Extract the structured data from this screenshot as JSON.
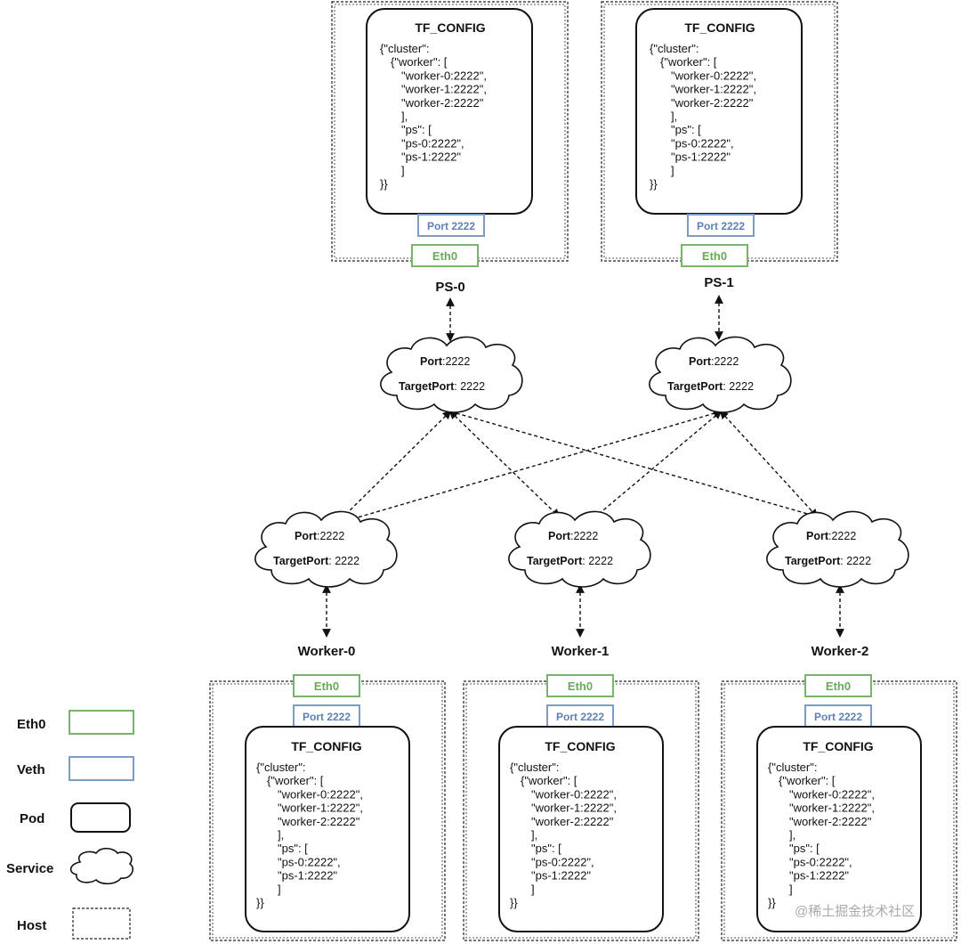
{
  "pods": {
    "title": "TF_CONFIG",
    "config_lines": [
      "{\"cluster\":",
      "{\"worker\": [",
      "\"worker-0:2222\",",
      "\"worker-1:2222\",",
      "\"worker-2:2222\"",
      "],",
      "\"ps\": [",
      "\"ps-0:2222\",",
      "\"ps-1:2222\"",
      "]",
      "}}"
    ],
    "port_label": "Port 2222",
    "eth_label": "Eth0"
  },
  "nodes": {
    "ps0": "PS-0",
    "ps1": "PS-1",
    "worker0": "Worker-0",
    "worker1": "Worker-1",
    "worker2": "Worker-2"
  },
  "service": {
    "port_key": "Port",
    "port_value": ":2222",
    "target_key": "TargetPort",
    "target_value": ": 2222"
  },
  "legend": {
    "eth0": "Eth0",
    "veth": "Veth",
    "pod": "Pod",
    "service": "Service",
    "host": "Host"
  },
  "watermark": "@稀土掘金技术社区",
  "colors": {
    "eth_border": "#7ab36a",
    "veth_border": "#7f9cc8"
  }
}
